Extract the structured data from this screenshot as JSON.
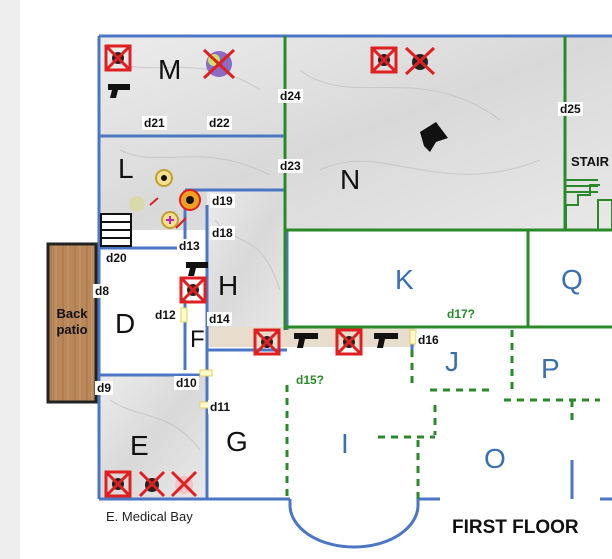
{
  "map": {
    "floor_title": "FIRST FLOOR",
    "medical_caption": "E. Medical Bay",
    "patio_label": "Back patio",
    "stairs_label": "STAIR"
  },
  "rooms": {
    "M": "M",
    "L": "L",
    "N": "N",
    "H": "H",
    "D": "D",
    "F": "F",
    "E": "E",
    "G": "G",
    "K": "K",
    "Q": "Q",
    "J": "J",
    "P": "P",
    "I": "I",
    "O": "O"
  },
  "doors": {
    "d8": "d8",
    "d9": "d9",
    "d10": "d10",
    "d11": "d11",
    "d12": "d12",
    "d13": "d13",
    "d14": "d14",
    "d16": "d16",
    "d18": "d18",
    "d19": "d19",
    "d20": "d20",
    "d21": "d21",
    "d22": "d22",
    "d23": "d23",
    "d24": "d24",
    "d25": "d25"
  },
  "uncertain_doors": {
    "d15": "d15?",
    "d17": "d17?"
  },
  "colors": {
    "wall_blue": "#4a76c4",
    "wall_green": "#2a8a2a",
    "marble": "#e4e4e4",
    "patio_wood": "#b8875a",
    "hallway": "#e8dccc",
    "x_red": "#e02020",
    "text_blue": "#3a6fb0"
  },
  "icons": [
    "crossed-enemy-icon",
    "pistol-icon",
    "crossed-medkit-icon",
    "player-arrow-icon",
    "fire-icon",
    "medkit-icon",
    "stairs-icon"
  ]
}
